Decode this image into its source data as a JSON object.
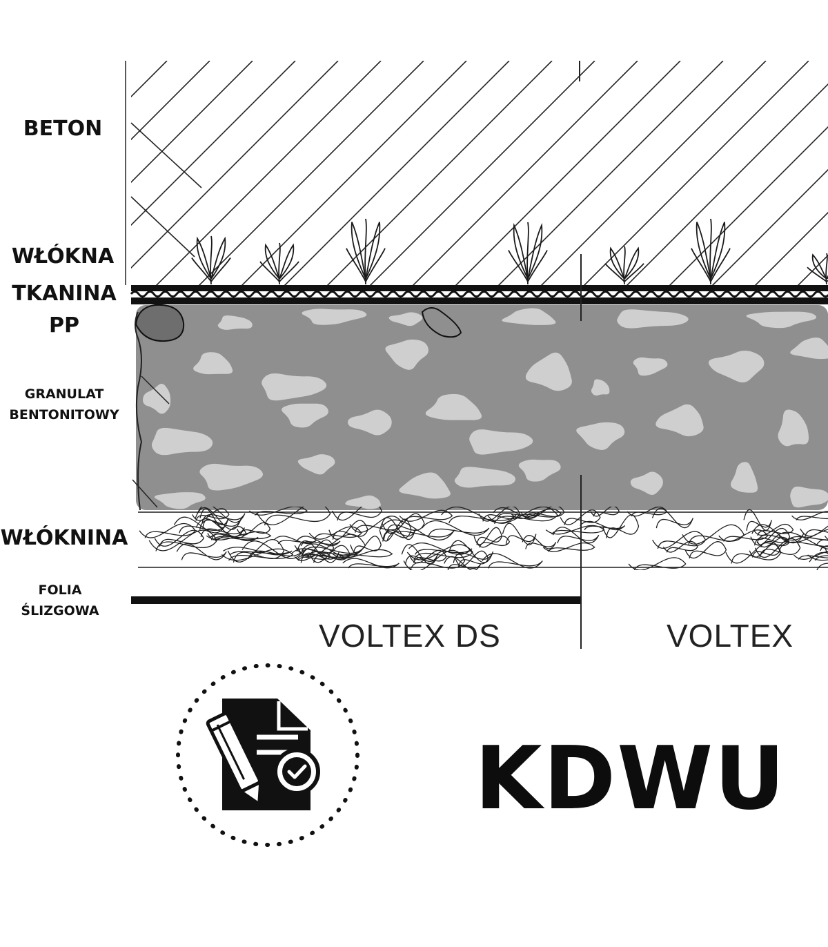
{
  "labels": {
    "beton": "BETON",
    "wlokna": "WŁÓKNA",
    "tkanina": "TKANINA",
    "pp": "PP",
    "granulat": "GRANULAT",
    "bentonitowy": "BENTONITOWY",
    "wloknina": "WŁÓKNINA",
    "folia": "FOLIA",
    "slizgowa": "ŚLIZGOWA"
  },
  "products": {
    "left": "VOLTEX DS",
    "right": "VOLTEX"
  },
  "badge": {
    "title": "KDWU",
    "icon": "document-pencil-check-icon"
  },
  "colors": {
    "ink": "#111111",
    "bentonite_dark": "#8f8f8f",
    "bentonite_light": "#cfcfcf"
  }
}
